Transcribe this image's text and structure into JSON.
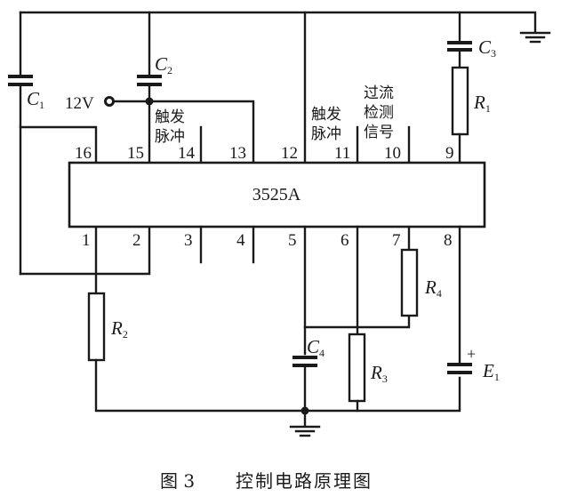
{
  "diagram": {
    "type": "circuit-schematic",
    "chip": {
      "label": "3525A"
    },
    "pins_top": [
      {
        "n": "16",
        "label": "16"
      },
      {
        "n": "15",
        "label": "15"
      },
      {
        "n": "14",
        "label": "14"
      },
      {
        "n": "13",
        "label": "13"
      },
      {
        "n": "12",
        "label": "12"
      },
      {
        "n": "11",
        "label": "11"
      },
      {
        "n": "10",
        "label": "10"
      },
      {
        "n": "9",
        "label": "9"
      }
    ],
    "pins_bottom": [
      {
        "n": "1",
        "label": "1"
      },
      {
        "n": "2",
        "label": "2"
      },
      {
        "n": "3",
        "label": "3"
      },
      {
        "n": "4",
        "label": "4"
      },
      {
        "n": "5",
        "label": "5"
      },
      {
        "n": "6",
        "label": "6"
      },
      {
        "n": "7",
        "label": "7"
      },
      {
        "n": "8",
        "label": "8"
      }
    ],
    "supply": {
      "label": "12V"
    },
    "components": {
      "C1": {
        "letter": "C",
        "sub": "1"
      },
      "C2": {
        "letter": "C",
        "sub": "2"
      },
      "C3": {
        "letter": "C",
        "sub": "3"
      },
      "C4": {
        "letter": "C",
        "sub": "4"
      },
      "R1": {
        "letter": "R",
        "sub": "1"
      },
      "R2": {
        "letter": "R",
        "sub": "2"
      },
      "R3": {
        "letter": "R",
        "sub": "3"
      },
      "R4": {
        "letter": "R",
        "sub": "4"
      },
      "E1": {
        "letter": "E",
        "sub": "1",
        "polarity": "+"
      }
    },
    "annotations": {
      "trigger_pulse_14": [
        "触发",
        "脉冲"
      ],
      "trigger_pulse_11": [
        "触发",
        "脉冲"
      ],
      "overcurrent_10": [
        "过流",
        "检测",
        "信号"
      ]
    },
    "caption": {
      "figure": "图 3",
      "title": "控制电路原理图"
    }
  }
}
